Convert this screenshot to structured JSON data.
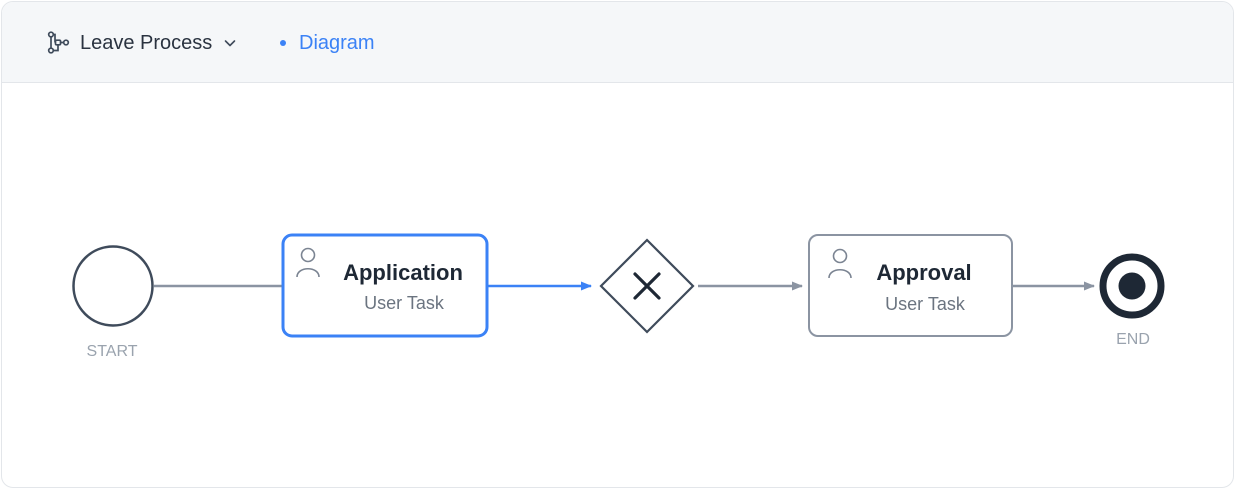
{
  "header": {
    "process_selector": {
      "label": "Leave Process",
      "icon": "process-tree-icon",
      "dropdown_icon": "chevron-down-icon"
    },
    "active_tab": {
      "label": "Diagram",
      "indicator_color": "#3b82f6"
    }
  },
  "diagram": {
    "start_event": {
      "label": "START"
    },
    "tasks": [
      {
        "name": "Application",
        "type": "User Task",
        "icon": "user-icon",
        "selected": true
      },
      {
        "name": "Approval",
        "type": "User Task",
        "icon": "user-icon",
        "selected": false
      }
    ],
    "gateway": {
      "kind": "exclusive",
      "icon": "x-icon"
    },
    "end_event": {
      "label": "END"
    },
    "colors": {
      "selected": "#3b82f6",
      "node_stroke": "#3f4b5b",
      "task_stroke": "#8b94a2",
      "flow": "#8b94a2",
      "muted_text": "#9aa3ae",
      "text": "#1e2835"
    }
  }
}
